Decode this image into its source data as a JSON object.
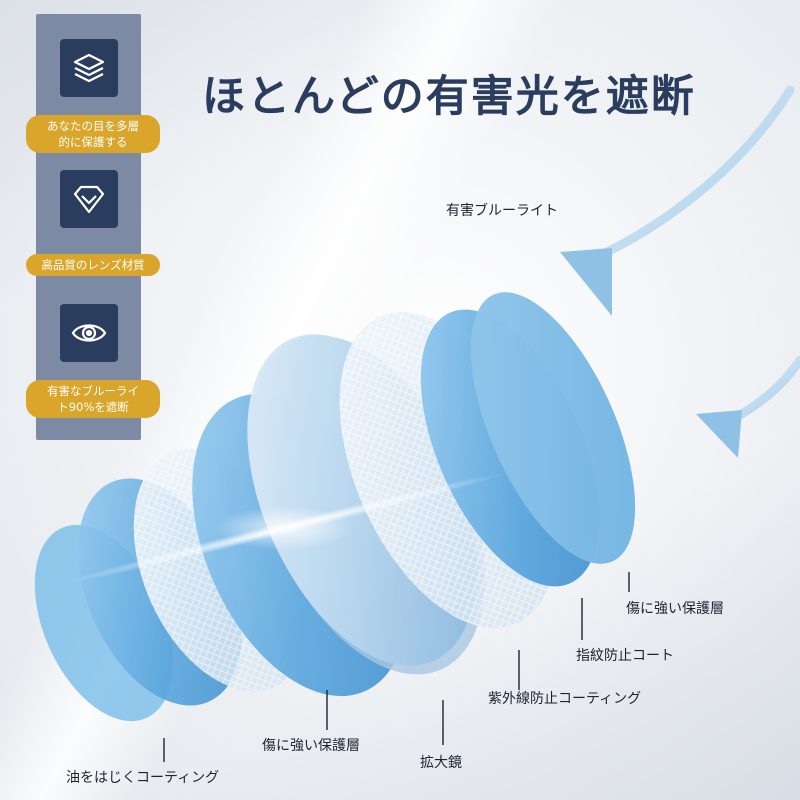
{
  "title": "ほとんどの有害光を遮断",
  "sidebar": {
    "features": [
      {
        "icon": "layers-icon",
        "lines": [
          "あなたの目を多層",
          "的に保護する"
        ]
      },
      {
        "icon": "diamond-icon",
        "lines": [
          "高品質のレンズ材質"
        ]
      },
      {
        "icon": "eye-icon",
        "lines": [
          "有害なブルーライ",
          "ト90%を遮断"
        ]
      }
    ]
  },
  "incoming_light_label": "有害ブルーライト",
  "layers": [
    {
      "label": "油をはじくコーティング"
    },
    {
      "label": "傷に強い保護層"
    },
    {
      "label": "拡大鏡"
    },
    {
      "label": "紫外線防止コーティング"
    },
    {
      "label": "指紋防止コート"
    },
    {
      "label": "傷に強い保護層"
    }
  ],
  "colors": {
    "navy": "#2b3d5e",
    "gold": "#d9a52b",
    "sidebar": "#7d8aa3",
    "lens_blue": "#5aa6dd"
  }
}
